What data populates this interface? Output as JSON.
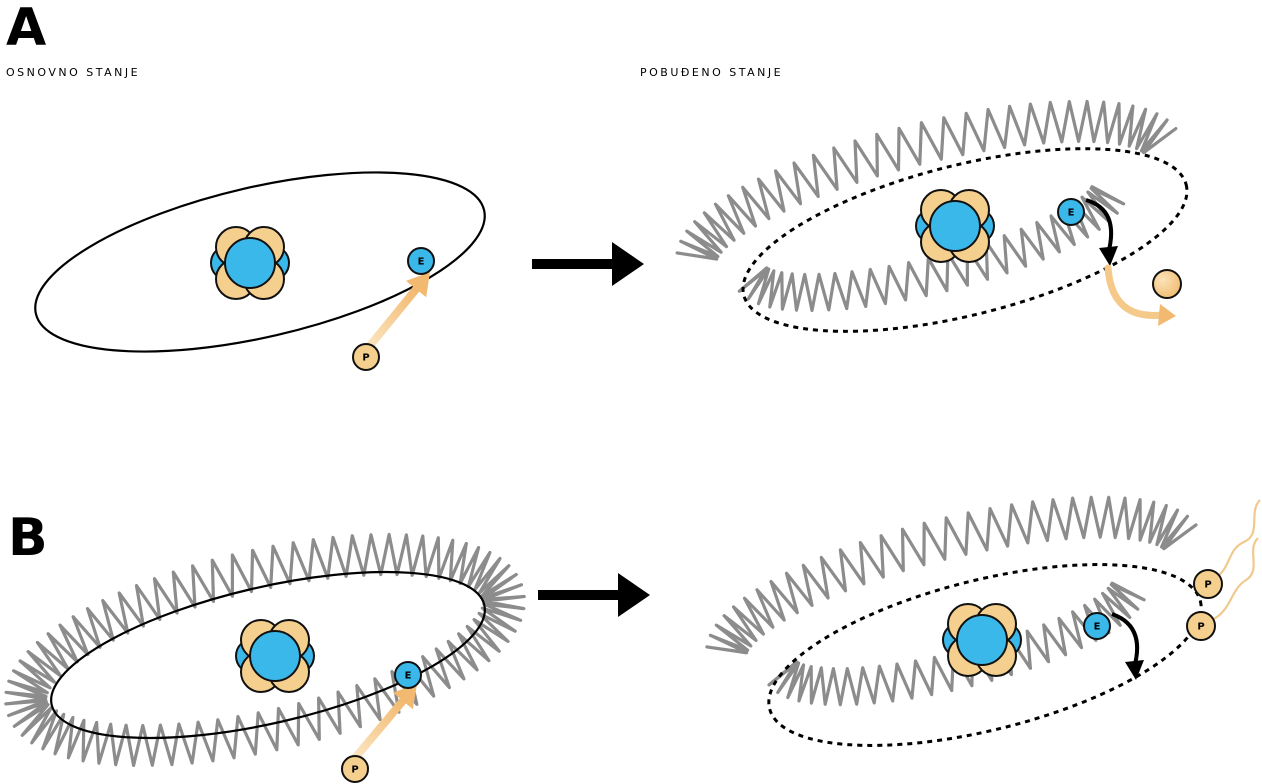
{
  "panel_a": {
    "letter": "A",
    "left_label": "OSNOVNO STANJE",
    "right_label": "POBUĐENO STANJE"
  },
  "panel_b": {
    "letter": "B"
  },
  "particles": {
    "electron": "E",
    "photon": "P"
  },
  "colors": {
    "electron_blue": "#3bb8ea",
    "photon_orange": "#f5cf8e",
    "wave_gray": "#8c8c8c",
    "arrow_black": "#000000"
  }
}
